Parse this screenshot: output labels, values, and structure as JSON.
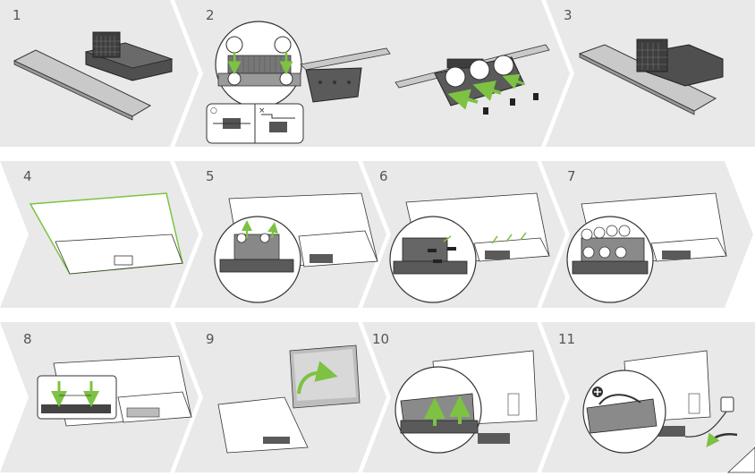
{
  "diagram": {
    "steps": [
      {
        "label": "1"
      },
      {
        "label": "2"
      },
      {
        "label": "3"
      },
      {
        "label": "4"
      },
      {
        "label": "5"
      },
      {
        "label": "6"
      },
      {
        "label": "7"
      },
      {
        "label": "8"
      },
      {
        "label": "9"
      },
      {
        "label": "10"
      },
      {
        "label": "11"
      }
    ],
    "inset_marks": {
      "correct": "○",
      "wrong": "×"
    },
    "colors": {
      "panel": "#e9e9e9",
      "accent_green": "#7dc242",
      "line": "#333333",
      "dark_part": "#5a5a5a",
      "gray_part": "#b4b4b4"
    }
  }
}
